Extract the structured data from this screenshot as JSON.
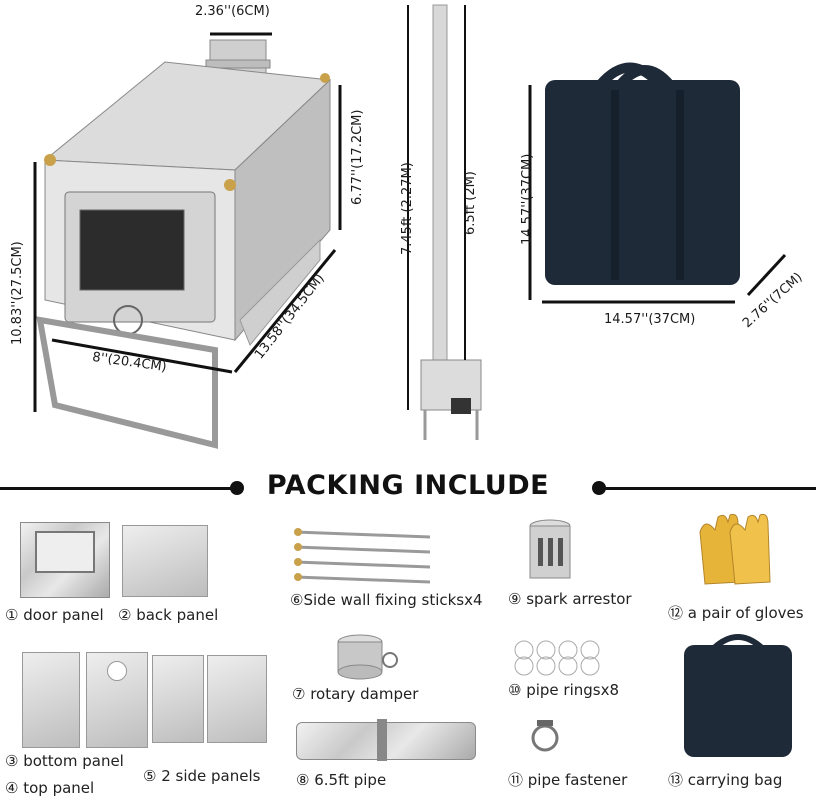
{
  "dimensions": {
    "chimney_diameter": "2.36''(6CM)",
    "stove_height_top": "6.77''(17.2CM)",
    "stove_total_height": "10.83''(27.5CM)",
    "stove_width": "8''(20.4CM)",
    "stove_length": "13.58''(34.5CM)",
    "pipe_total_height": "7.45ft (2.27M)",
    "pipe_height": "6.5ft (2M)",
    "bag_height": "14.57''(37CM)",
    "bag_width": "14.57''(37CM)",
    "bag_depth": "2.76''(7CM)"
  },
  "section_title": "PACKING INCLUDE",
  "items": [
    {
      "label": "① door panel"
    },
    {
      "label": "② back panel"
    },
    {
      "label": "③ bottom panel"
    },
    {
      "label": "④ top panel"
    },
    {
      "label": "⑤ 2 side panels"
    },
    {
      "label": "⑥Side wall fixing sticksx4"
    },
    {
      "label": "⑦ rotary damper"
    },
    {
      "label": "⑧ 6.5ft pipe"
    },
    {
      "label": "⑨ spark arrestor"
    },
    {
      "label": "⑩ pipe ringsx8"
    },
    {
      "label": "⑪ pipe fastener"
    },
    {
      "label": "⑫ a pair of gloves"
    },
    {
      "label": "⑬ carrying bag"
    }
  ],
  "colors": {
    "bag": "#1f2a38",
    "glove": "#e7b43a",
    "accent_dot": "#111111"
  }
}
